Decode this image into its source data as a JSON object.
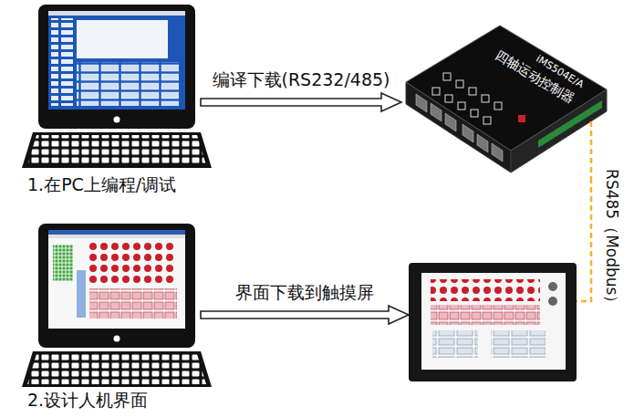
{
  "diagram": {
    "nodes": [
      {
        "text": [
          "1.在PC上编程/调试"
        ]
      },
      {
        "text": [
          "iMS504E/A",
          "四轴运动控制器"
        ]
      },
      {
        "text": [
          "2.设计人机界面"
        ]
      },
      {
        "text": []
      }
    ],
    "edges": [
      {
        "from": 0,
        "to": 1,
        "arrow": "to",
        "label": "编译下载(RS232/485)"
      },
      {
        "from": 2,
        "to": 3,
        "arrow": "to",
        "label": "界面下载到触摸屏"
      },
      {
        "from": 1,
        "to": 3,
        "arrow": "none",
        "label": "RS485（Modbus）"
      }
    ]
  }
}
